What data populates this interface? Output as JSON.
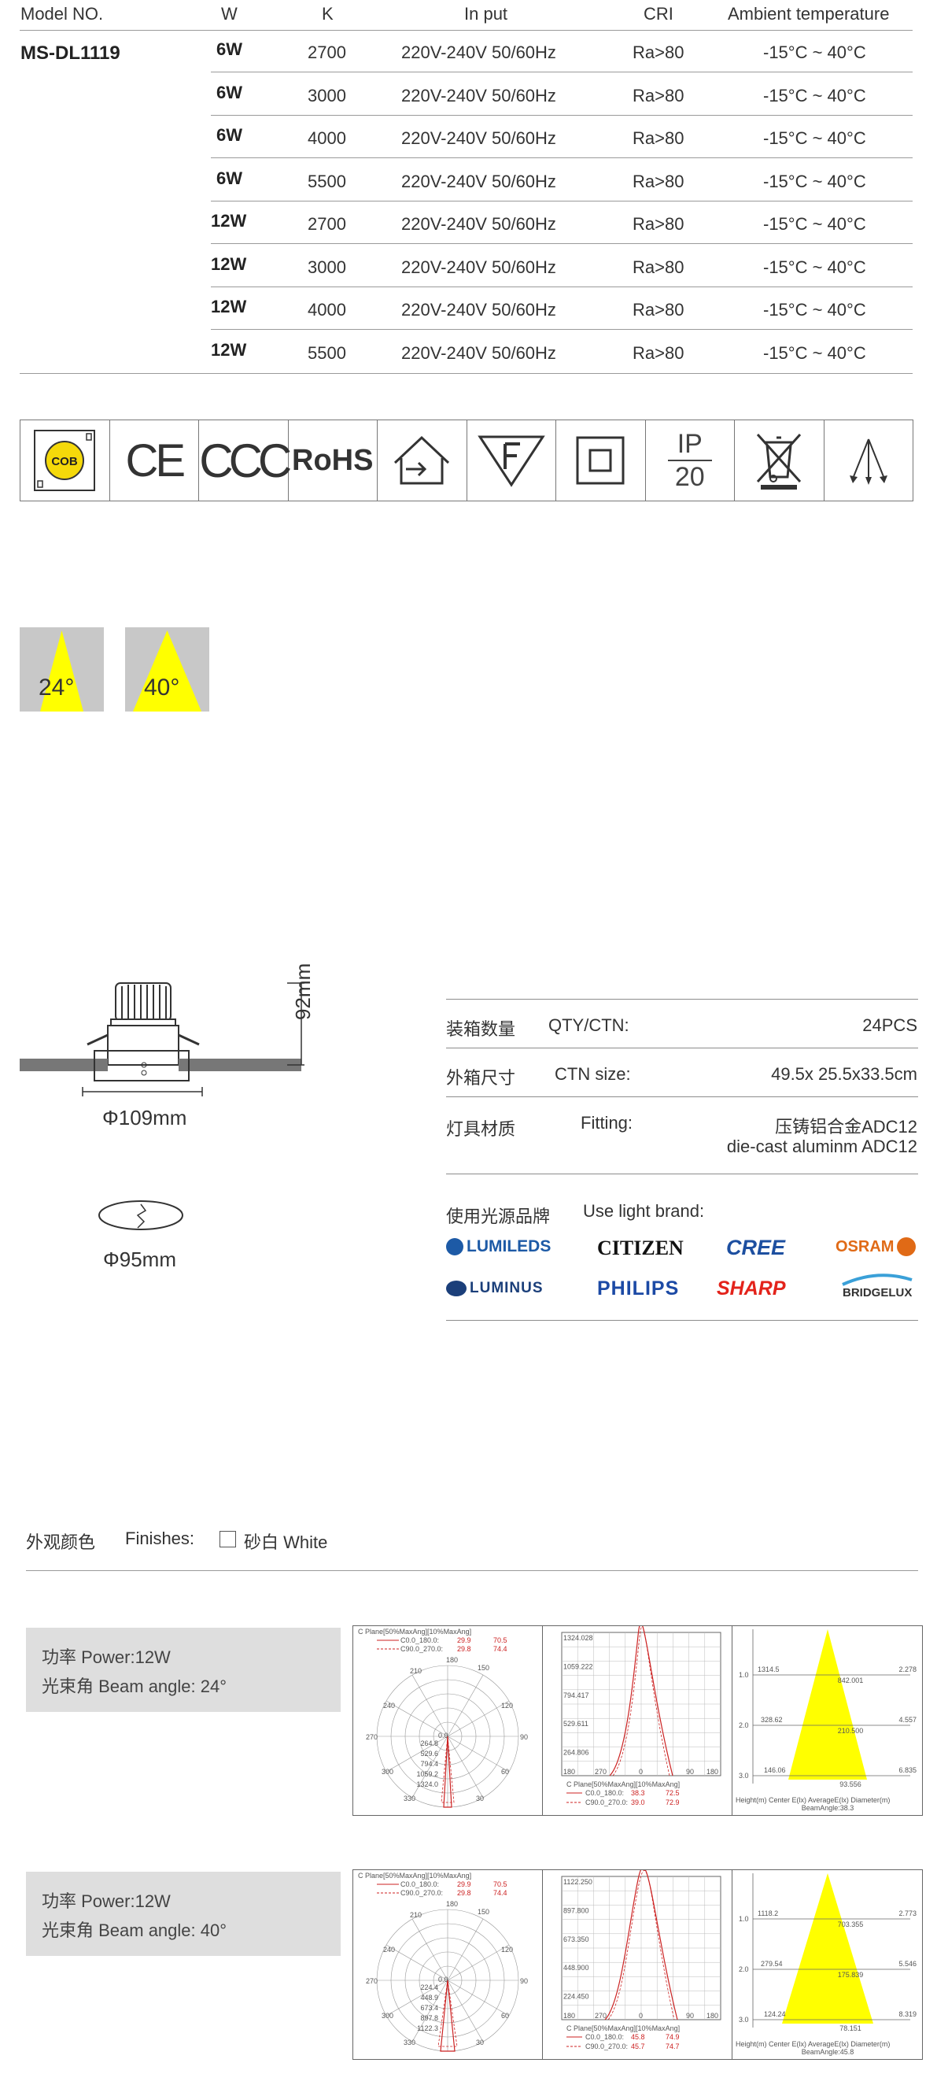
{
  "spec_table": {
    "headers": {
      "model": "Model NO.",
      "w": "W",
      "k": "K",
      "input": "In put",
      "cri": "CRI",
      "temp": "Ambient temperature"
    },
    "model": "MS-DL1119",
    "rows": [
      {
        "w": "6W",
        "k": "2700",
        "input": "220V-240V 50/60Hz",
        "cri": "Ra>80",
        "temp": "-15°C ~ 40°C"
      },
      {
        "w": "6W",
        "k": "3000",
        "input": "220V-240V 50/60Hz",
        "cri": "Ra>80",
        "temp": "-15°C ~ 40°C"
      },
      {
        "w": "6W",
        "k": "4000",
        "input": "220V-240V 50/60Hz",
        "cri": "Ra>80",
        "temp": "-15°C ~ 40°C"
      },
      {
        "w": "6W",
        "k": "5500",
        "input": "220V-240V 50/60Hz",
        "cri": "Ra>80",
        "temp": "-15°C ~ 40°C"
      },
      {
        "w": "12W",
        "k": "2700",
        "input": "220V-240V 50/60Hz",
        "cri": "Ra>80",
        "temp": "-15°C ~ 40°C"
      },
      {
        "w": "12W",
        "k": "3000",
        "input": "220V-240V 50/60Hz",
        "cri": "Ra>80",
        "temp": "-15°C ~ 40°C"
      },
      {
        "w": "12W",
        "k": "4000",
        "input": "220V-240V 50/60Hz",
        "cri": "Ra>80",
        "temp": "-15°C ~ 40°C"
      },
      {
        "w": "12W",
        "k": "5500",
        "input": "220V-240V 50/60Hz",
        "cri": "Ra>80",
        "temp": "-15°C ~ 40°C"
      }
    ]
  },
  "certifications": {
    "cob": "COB",
    "ce": "CE",
    "ccc": "CCC",
    "rohs": "RoHS",
    "ip_top": "IP",
    "ip_bottom": "20"
  },
  "beam_angles": [
    "24°",
    "40°"
  ],
  "dimensions": {
    "height": "92mm",
    "diameter": "Φ109mm",
    "cutout": "Φ95mm"
  },
  "packing": {
    "qty_cn": "装箱数量",
    "qty_en": "QTY/CTN:",
    "qty_val": "24PCS",
    "size_cn": "外箱尺寸",
    "size_en": "CTN size:",
    "size_val": "49.5x 25.5x33.5cm",
    "mat_cn": "灯具材质",
    "mat_en": "Fitting:",
    "mat_val1": "压铸铝合金ADC12",
    "mat_val2": "die-cast aluminm ADC12",
    "brand_cn": "使用光源品牌",
    "brand_en": "Use light brand:"
  },
  "brands": [
    "LUMILEDS",
    "CITIZEN",
    "CREE",
    "OSRAM",
    "LUMINUS",
    "PHILIPS",
    "SHARP",
    "BRIDGELUX"
  ],
  "finishes": {
    "cn": "外观颜色",
    "en": "Finishes:",
    "value": "砂白 White"
  },
  "photometrics": [
    {
      "power": "功率 Power:12W",
      "beam": "光束角 Beam angle: 24°",
      "polar": {
        "header": "C Plane[50%MaxAng][10%MaxAng]",
        "l1": "C0.0_180.0:",
        "l1a": "29.9",
        "l1b": "70.5",
        "l2": "C90.0_270.0:",
        "l2a": "29.8",
        "l2b": "74.4",
        "rings": [
          "264.8",
          "529.6",
          "794.4",
          "1059.2",
          "1324.0"
        ],
        "center": "0.0"
      },
      "linear": {
        "yticks": [
          "1324.028",
          "1059.222",
          "794.417",
          "529.611",
          "264.806"
        ],
        "header": "C Plane[50%MaxAng][10%MaxAng]",
        "l1": "C0.0_180.0:",
        "l1a": "38.3",
        "l1b": "72.5",
        "l2": "C90.0_270.0:",
        "l2a": "39.0",
        "l2b": "72.9"
      },
      "cone": {
        "rows": [
          {
            "h": "1.0",
            "e": "1314.5",
            "avg": "842.001",
            "d": "2.278"
          },
          {
            "h": "2.0",
            "e": "328.62",
            "avg": "210.500",
            "d": "4.557"
          },
          {
            "h": "3.0",
            "e": "146.06",
            "avg": "93.556",
            "d": "6.835"
          }
        ],
        "footer": "Height(m) Center E(lx)    AverageE(lx) Diameter(m)",
        "beam": "BeamAngle:38.3"
      }
    },
    {
      "power": "功率 Power:12W",
      "beam": "光束角 Beam angle: 40°",
      "polar": {
        "header": "C Plane[50%MaxAng][10%MaxAng]",
        "l1": "C0.0_180.0:",
        "l1a": "29.9",
        "l1b": "70.5",
        "l2": "C90.0_270.0:",
        "l2a": "29.8",
        "l2b": "74.4",
        "rings": [
          "224.4",
          "448.9",
          "673.4",
          "897.8",
          "1122.3"
        ],
        "center": "0.0"
      },
      "linear": {
        "yticks": [
          "1122.250",
          "897.800",
          "673.350",
          "448.900",
          "224.450"
        ],
        "header": "C Plane[50%MaxAng][10%MaxAng]",
        "l1": "C0.0_180.0:",
        "l1a": "45.8",
        "l1b": "74.9",
        "l2": "C90.0_270.0:",
        "l2a": "45.7",
        "l2b": "74.7"
      },
      "cone": {
        "rows": [
          {
            "h": "1.0",
            "e": "1118.2",
            "avg": "703.355",
            "d": "2.773"
          },
          {
            "h": "2.0",
            "e": "279.54",
            "avg": "175.839",
            "d": "5.546"
          },
          {
            "h": "3.0",
            "e": "124.24",
            "avg": "78.151",
            "d": "8.319"
          }
        ],
        "footer": "Height(m) Center E(lx)    AverageE(lx) Diameter(m)",
        "beam": "BeamAngle:45.8"
      }
    }
  ]
}
